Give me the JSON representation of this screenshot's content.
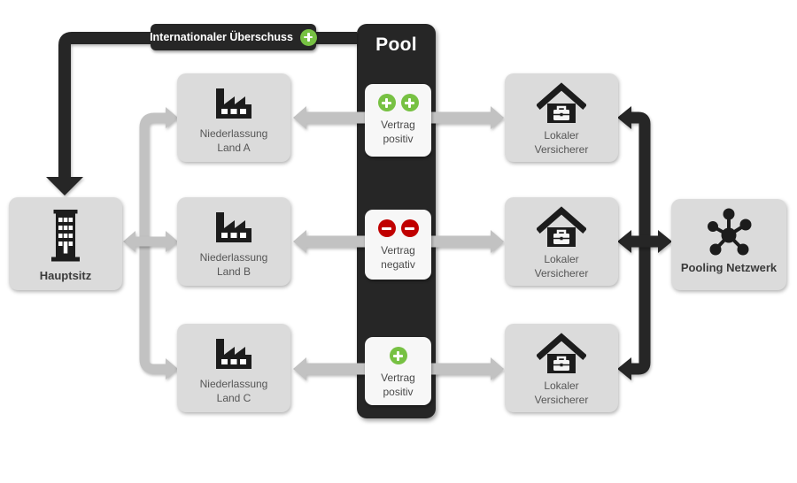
{
  "banner": {
    "label": "Internationaler Überschuss",
    "signs": [
      "plus"
    ]
  },
  "pool": {
    "title": "Pool"
  },
  "headquarters": {
    "label": "Hauptsitz"
  },
  "branches": [
    {
      "line1": "Niederlassung",
      "line2": "Land A"
    },
    {
      "line1": "Niederlassung",
      "line2": "Land B"
    },
    {
      "line1": "Niederlassung",
      "line2": "Land C"
    }
  ],
  "contracts": [
    {
      "line1": "Vertrag",
      "line2": "positiv",
      "signs": [
        "plus",
        "plus"
      ]
    },
    {
      "line1": "Vertrag",
      "line2": "negativ",
      "signs": [
        "minus",
        "minus"
      ]
    },
    {
      "line1": "Vertrag",
      "line2": "positiv",
      "signs": [
        "plus"
      ]
    }
  ],
  "insurers": [
    {
      "line1": "Lokaler",
      "line2": "Versicherer"
    },
    {
      "line1": "Lokaler",
      "line2": "Versicherer"
    },
    {
      "line1": "Lokaler",
      "line2": "Versicherer"
    }
  ],
  "network": {
    "label": "Pooling Netzwerk"
  },
  "colors": {
    "positive_green": "#77C143",
    "negative_red": "#C00000",
    "ink_black": "#262626",
    "box_gray": "#DBDBDB",
    "arrow_gray": "#C2C2C2"
  }
}
